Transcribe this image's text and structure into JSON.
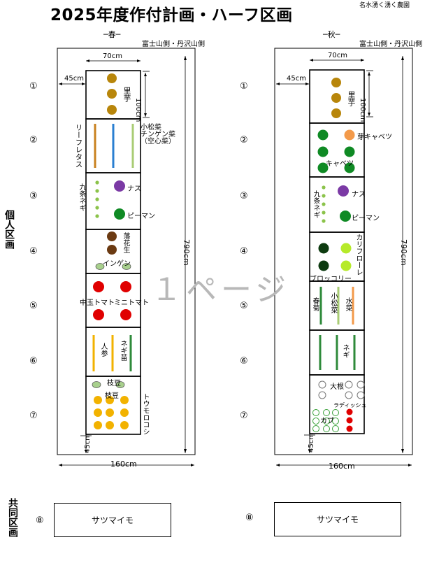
{
  "title": "2025年度作付計画・ハーフ区画",
  "farm_name": "名水湧く湧く農園",
  "watermark": "１ページ",
  "rows": [
    "①",
    "②",
    "③",
    "④",
    "⑤",
    "⑥",
    "⑦"
  ],
  "side_labels": {
    "individual": "個人区画",
    "shared": "共同区画"
  },
  "spring": {
    "season": "─春─",
    "orientation": "富士山側・丹沢山側",
    "dim_width": "70cm",
    "dim_margin": "45cm",
    "dim_bed": "100cm",
    "dim_length": "790cm",
    "dim_total": "160cm",
    "dim_bottom": "45cm",
    "b1": {
      "label": "里芋"
    },
    "b2": {
      "left": "リーフレタス",
      "right": "小松菜\nチンゲン菜\n（空心菜）"
    },
    "b3": {
      "left": "九条ネギ",
      "a": "ナス",
      "b": "ピーマン"
    },
    "b4": {
      "a": "落花生",
      "b": "インゲン"
    },
    "b5": {
      "a": "中玉トマト",
      "b": "ミニトマト"
    },
    "b6": {
      "a": "人参",
      "b": "ネギ苗"
    },
    "b7": {
      "a": "枝豆",
      "b": "枝豆",
      "right": "トウモロコシ"
    },
    "shared_crop": "サツマイモ",
    "shared_num": "⑧"
  },
  "autumn": {
    "season": "─秋─",
    "orientation": "富士山側・丹沢山側",
    "dim_width": "70cm",
    "dim_margin": "45cm",
    "dim_bed": "100cm",
    "dim_length": "790cm",
    "dim_total": "160cm",
    "dim_bottom": "45cm",
    "b1": {
      "label": "里芋"
    },
    "b2": {
      "a": "芽キャベツ",
      "b": "キャベツ"
    },
    "b3": {
      "left": "九条ネギ",
      "a": "ナス",
      "b": "ピーマン"
    },
    "b4": {
      "a": "カリフローレ",
      "b": "ブロッコリー"
    },
    "b5": {
      "a": "春菊",
      "b": "小松菜",
      "c": "水菜"
    },
    "b6": {
      "a": "ネギ"
    },
    "b7": {
      "a": "大根",
      "b": "ラディッシュ",
      "c": "カブ"
    },
    "shared_crop": "サツマイモ",
    "shared_num": "⑧"
  },
  "colors": {
    "satoimo": "#b8860b",
    "green": "#0f8a24",
    "purple": "#7b3aa5",
    "tomato": "#e00000",
    "corn": "#f2b200",
    "peanut": "#6b3a12",
    "dark": "#0d3b10",
    "lime": "#b6ea2a",
    "orange": "#f39a4a",
    "line_blue": "#2a7fd1",
    "line_orange": "#c9811f",
    "line_green": "#2e8a3a",
    "line_pale": "#a9cc74"
  }
}
